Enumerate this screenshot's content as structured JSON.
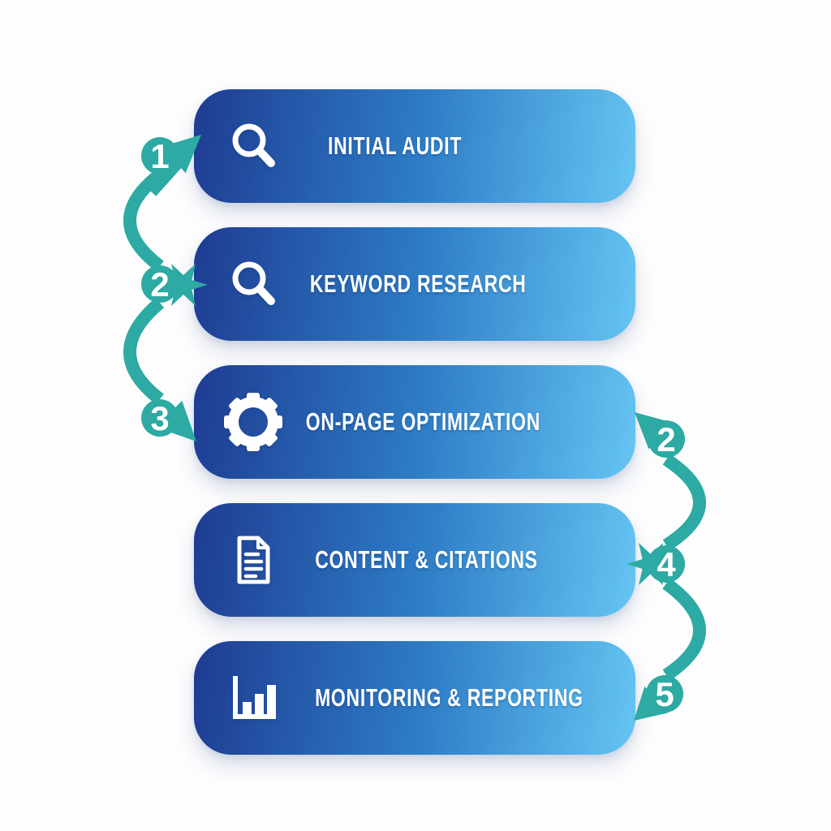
{
  "colors": {
    "bar_gradient_left": "#1e3c92",
    "bar_gradient_mid": "#2e7dc6",
    "bar_gradient_right": "#65c5f2",
    "connector_teal": "#2caaa3",
    "label_text": "#ffffff",
    "background": "#fdfdfe"
  },
  "steps": [
    {
      "label": "INITIAL AUDIT",
      "icon": "magnifier-icon"
    },
    {
      "label": "KEYWORD RESEARCH",
      "icon": "magnifier-icon"
    },
    {
      "label": "ON-PAGE OPTIMIZATION",
      "icon": "gear-icon"
    },
    {
      "label": "CONTENT & CITATIONS",
      "icon": "document-icon"
    },
    {
      "label": "MONITORING & REPORTING",
      "icon": "bar-chart-icon"
    }
  ],
  "connectors": {
    "left": [
      {
        "number": "1"
      },
      {
        "number": "2"
      },
      {
        "number": "3"
      }
    ],
    "right": [
      {
        "number": "2"
      },
      {
        "number": "4"
      },
      {
        "number": "5"
      }
    ]
  }
}
